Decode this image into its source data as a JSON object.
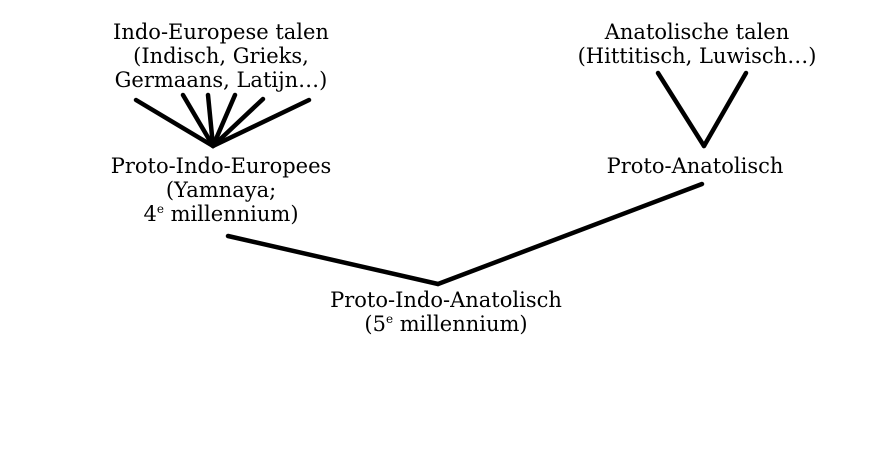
{
  "diagram": {
    "nodes": {
      "indo_european_languages": {
        "lines": [
          "Indo-Europese talen",
          "(Indisch, Grieks,",
          "Germaans, Latijn…)"
        ]
      },
      "anatolian_languages": {
        "lines": [
          "Anatolische talen",
          "(Hittitisch, Luwisch…)"
        ]
      },
      "proto_indo_european": {
        "line1": "Proto-Indo-Europees",
        "line2": "(Yamnaya;",
        "line3_num": "4",
        "line3_sup": "e",
        "line3_rest": " millennium)"
      },
      "proto_anatolian": {
        "line1": "Proto-Anatolisch"
      },
      "proto_indo_anatolian": {
        "line1": "Proto-Indo-Anatolisch",
        "line2_pre": "(5",
        "line2_sup": "e",
        "line2_rest": " millennium)"
      }
    },
    "colors": {
      "line": "#000000",
      "text": "#000000",
      "background": "#ffffff"
    }
  }
}
